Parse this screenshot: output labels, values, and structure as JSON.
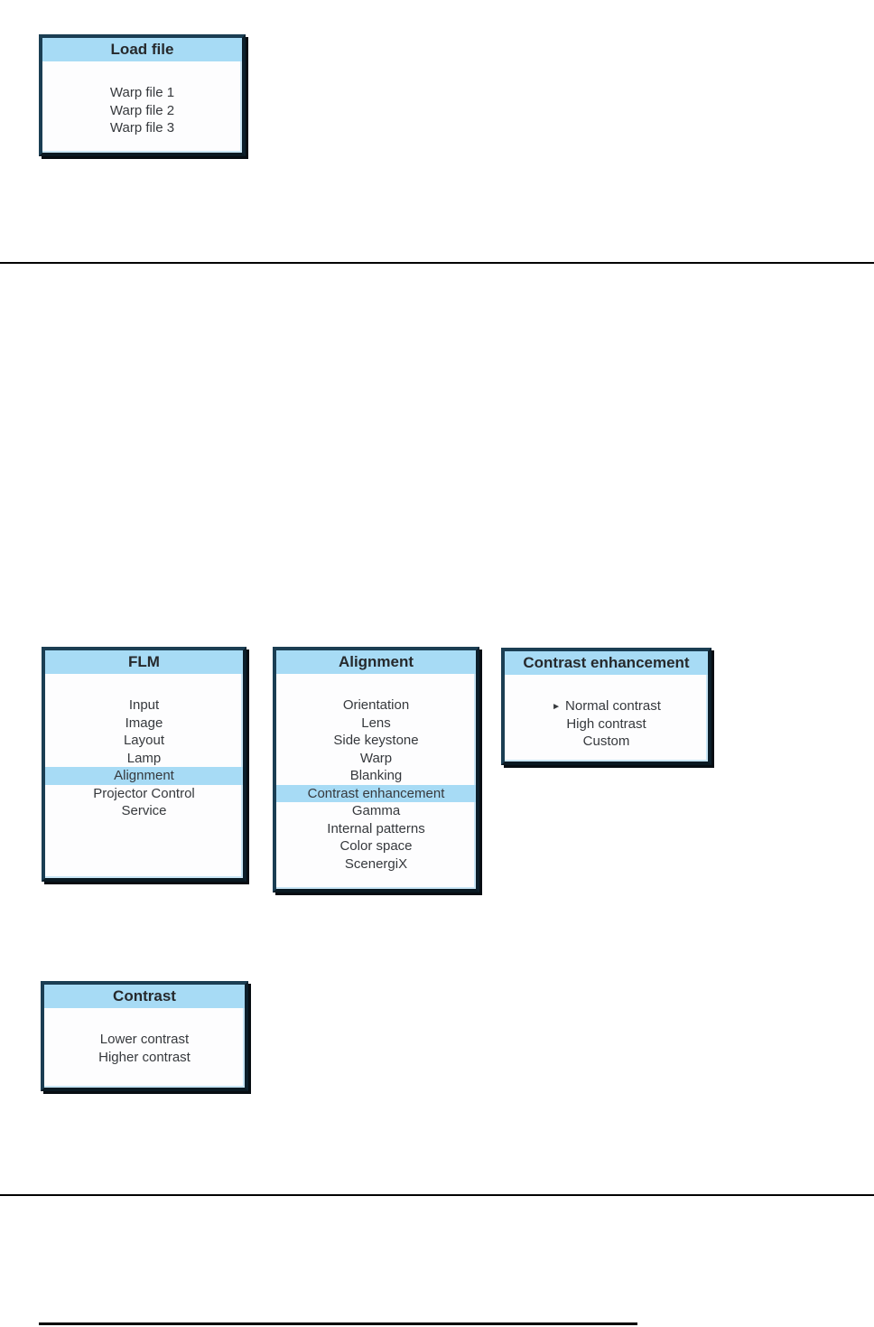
{
  "colors": {
    "menu_title_bar": "#a7dbf5",
    "menu_highlight": "#a7dbf5",
    "menu_border": "#1b3e53",
    "menu_text": "#36393d",
    "divider": "#000000"
  },
  "menus": {
    "load_file": {
      "title": "Load file",
      "items": [
        {
          "label": "Warp file 1"
        },
        {
          "label": "Warp file 2"
        },
        {
          "label": "Warp file 3"
        }
      ]
    },
    "flm": {
      "title": "FLM",
      "items": [
        {
          "label": "Input"
        },
        {
          "label": "Image"
        },
        {
          "label": "Layout"
        },
        {
          "label": "Lamp"
        },
        {
          "label": "Alignment",
          "highlighted": true
        },
        {
          "label": "Projector Control"
        },
        {
          "label": "Service"
        }
      ]
    },
    "alignment": {
      "title": "Alignment",
      "items": [
        {
          "label": "Orientation"
        },
        {
          "label": "Lens"
        },
        {
          "label": "Side keystone"
        },
        {
          "label": "Warp"
        },
        {
          "label": "Blanking"
        },
        {
          "label": "Contrast enhancement",
          "highlighted": true
        },
        {
          "label": "Gamma"
        },
        {
          "label": "Internal patterns"
        },
        {
          "label": "Color space"
        },
        {
          "label": "ScenergiX"
        }
      ]
    },
    "contrast_enhancement": {
      "title": "Contrast enhancement",
      "items": [
        {
          "label": "Normal contrast",
          "marker": "►",
          "selected": true
        },
        {
          "label": "High contrast"
        },
        {
          "label": "Custom"
        }
      ]
    },
    "contrast": {
      "title": "Contrast",
      "items": [
        {
          "label": "Lower contrast"
        },
        {
          "label": "Higher contrast"
        }
      ]
    }
  }
}
